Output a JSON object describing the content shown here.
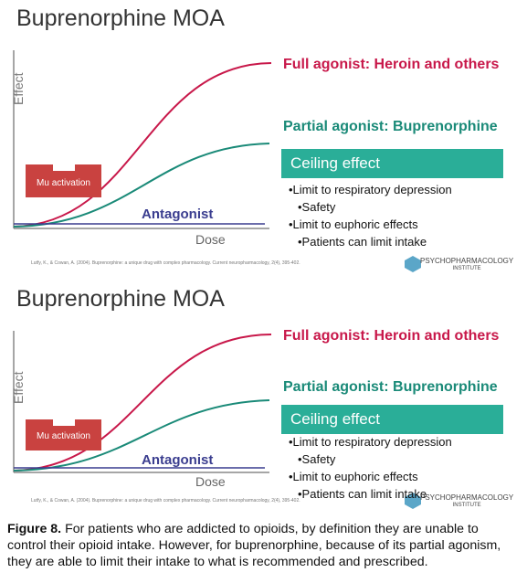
{
  "panels": [
    {
      "title": "Buprenorphine MOA",
      "full_agonist": "Full agonist: Heroin and others",
      "partial_agonist": "Partial agonist: Buprenorphine",
      "ceiling": "Ceiling effect",
      "bullets": [
        "•Limit to respiratory depression",
        "•Safety",
        "•Limit to euphoric effects",
        "•Patients can limit intake"
      ],
      "antagonist": "Antagonist",
      "dose": "Dose",
      "effect": "Effect",
      "mu": "Mu activation",
      "citation": "Lutfy, K., & Cowan, A. (2004). Buprenorphine: a unique drug with complex pharmacology. Current neuropharmacology, 2(4), 395-402.",
      "logo": "PSYCHOPHARMACOLOGY",
      "logo_sub": "INSTITUTE"
    },
    {
      "title": "Buprenorphine MOA",
      "full_agonist": "Full agonist: Heroin and others",
      "partial_agonist": "Partial agonist: Buprenorphine",
      "ceiling": "Ceiling effect",
      "bullets": [
        "•Limit to respiratory depression",
        "•Safety",
        "•Limit to euphoric effects",
        "•Patients can limit intake"
      ],
      "antagonist": "Antagonist",
      "dose": "Dose",
      "effect": "Effect",
      "mu": "Mu activation",
      "citation": "Lutfy, K., & Cowan, A. (2004). Buprenorphine: a unique drug with complex pharmacology. Current neuropharmacology, 2(4), 395-402.",
      "logo": "PSYCHOPHARMACOLOGY",
      "logo_sub": "INSTITUTE"
    }
  ],
  "caption": {
    "label": "Figure 8.",
    "text": " For patients who are addicted to opioids, by definition they are unable to control their opioid intake. However, for buprenorphine, because of its partial agonism, they are able to limit their intake to what is recommended and prescribed."
  },
  "colors": {
    "full": "#c8184a",
    "partial": "#1a8a78",
    "antagonist": "#3a3d8f",
    "ceiling": "#2aae98",
    "mu": "#c94240"
  }
}
